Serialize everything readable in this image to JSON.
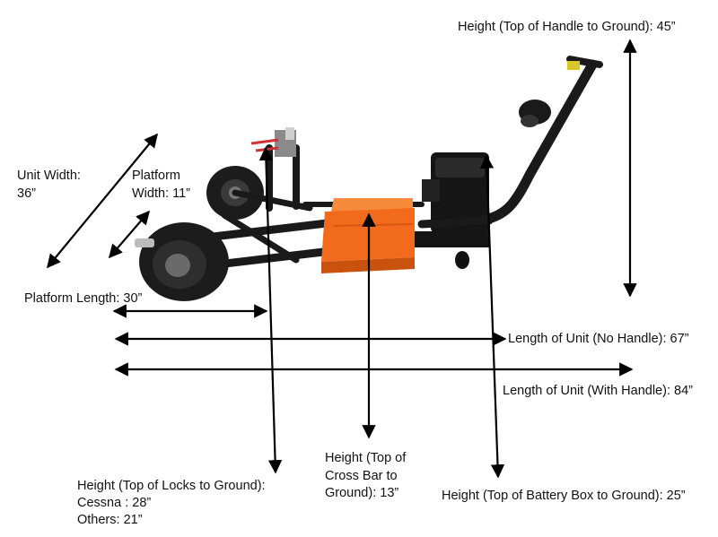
{
  "diagram": {
    "colors": {
      "arrow": "#000000",
      "frame": "#1a1a1a",
      "platform": "#f26a1b",
      "platform_shade": "#c9520f"
    },
    "labels": {
      "handle_height": "Height (Top of Handle to Ground): 45”",
      "unit_width_1": "Unit Width:",
      "unit_width_2": "36”",
      "platform_width_1": "Platform",
      "platform_width_2": "Width: 11”",
      "platform_length": "Platform Length: 30”",
      "length_no_handle": "Length of Unit (No Handle): 67”",
      "length_with_handle": "Length of Unit (With Handle): 84”",
      "crossbar_1": "Height (Top of",
      "crossbar_2": "Cross Bar to",
      "crossbar_3": "Ground): 13”",
      "locks_1": "Height (Top of Locks to Ground):",
      "locks_2": "Cessna : 28”",
      "locks_3": "Others: 21”",
      "battery_height": "Height (Top of Battery Box to Ground): 25”"
    }
  }
}
